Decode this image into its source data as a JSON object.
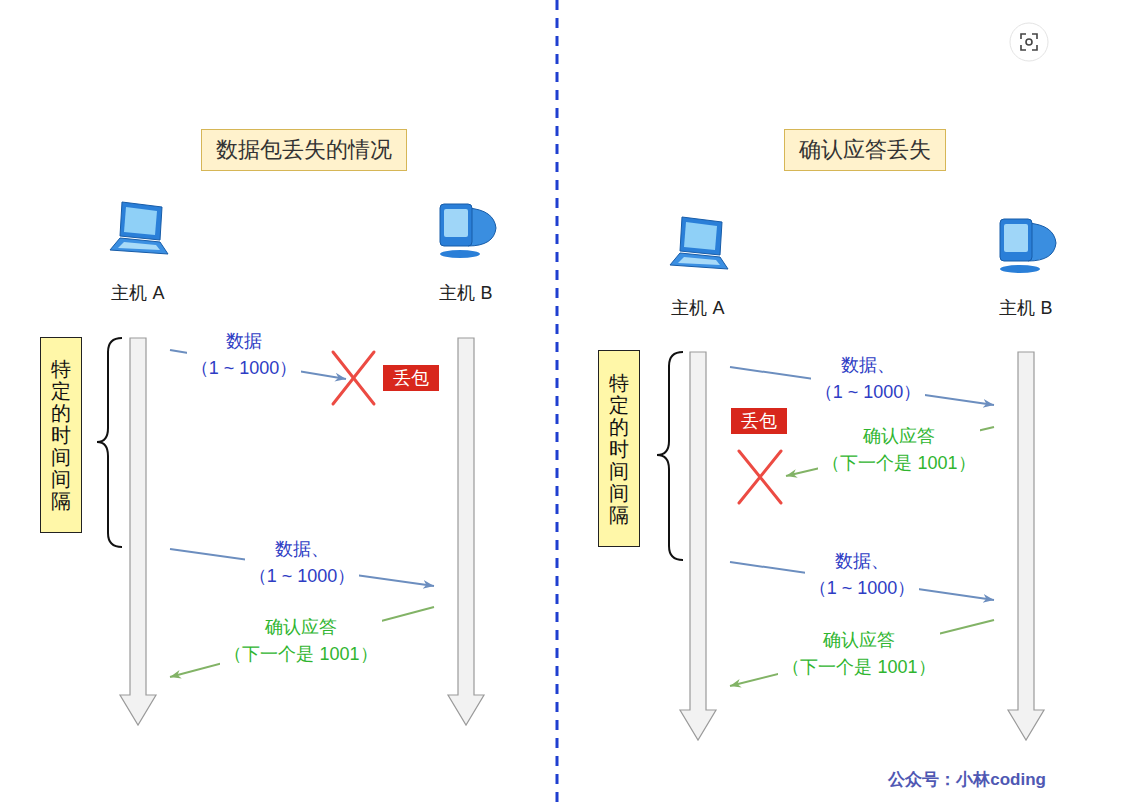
{
  "diagram": {
    "nodes": [
      {
        "text": [
          "数据包丢失的情况"
        ]
      },
      {
        "text": [
          "主机 A"
        ]
      },
      {
        "text": [
          "主机 B"
        ]
      },
      {
        "text": [
          "特定的时间间隔"
        ]
      },
      {
        "text": [
          "丢包"
        ]
      },
      {
        "text": [
          "确认应答丢失"
        ]
      },
      {
        "text": [
          "主机 A"
        ]
      },
      {
        "text": [
          "主机 B"
        ]
      },
      {
        "text": [
          "特定的时间间隔"
        ]
      },
      {
        "text": [
          "丢包"
        ]
      }
    ],
    "edges": [
      {
        "from": 1,
        "to": 2,
        "arrow": "to",
        "label": "数据、 （1 ~ 1000）"
      },
      {
        "from": 2,
        "to": 1,
        "arrow": "to",
        "label": "确认应答 （下一个是 1001）"
      },
      {
        "from": 6,
        "to": 7,
        "arrow": "to",
        "label": "数据、 （1 ~ 1000）"
      },
      {
        "from": 6,
        "to": 7,
        "arrow": "to",
        "label": "数据、 （1 ~ 1000）"
      },
      {
        "from": 7,
        "to": 6,
        "arrow": "to",
        "label": "确认应答 （下一个是 1001）"
      }
    ],
    "labels": [
      "数据 （1 ~ 1000）",
      "确认应答 （下一个是 1001）",
      "公众号：小林coding"
    ]
  }
}
